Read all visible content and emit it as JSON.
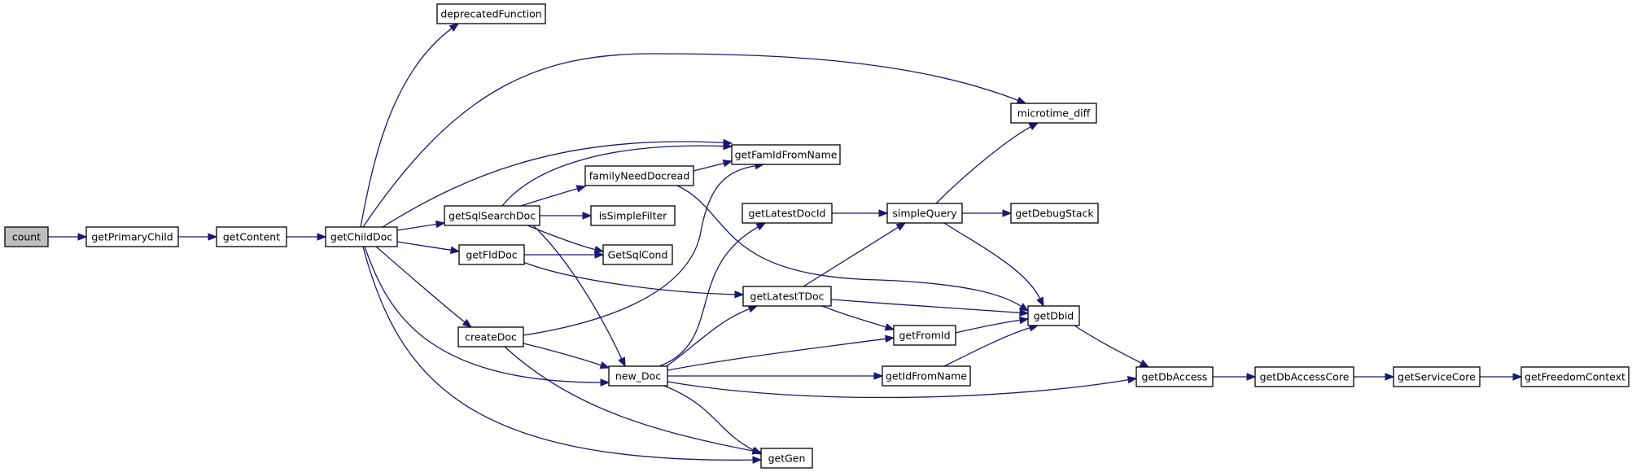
{
  "graph": {
    "nodes": [
      {
        "id": "count",
        "label": "count",
        "root": true
      },
      {
        "id": "getPrimaryChild",
        "label": "getPrimaryChild"
      },
      {
        "id": "getContent",
        "label": "getContent"
      },
      {
        "id": "getChildDoc",
        "label": "getChildDoc"
      },
      {
        "id": "deprecatedFunction",
        "label": "deprecatedFunction"
      },
      {
        "id": "microtime_diff",
        "label": "microtime_diff"
      },
      {
        "id": "getFamIdFromName",
        "label": "getFamIdFromName"
      },
      {
        "id": "familyNeedDocread",
        "label": "familyNeedDocread"
      },
      {
        "id": "getSqlSearchDoc",
        "label": "getSqlSearchDoc"
      },
      {
        "id": "isSimpleFilter",
        "label": "isSimpleFilter"
      },
      {
        "id": "GetSqlCond",
        "label": "GetSqlCond"
      },
      {
        "id": "getFldDoc",
        "label": "getFldDoc"
      },
      {
        "id": "createDoc",
        "label": "createDoc"
      },
      {
        "id": "new_Doc",
        "label": "new_Doc"
      },
      {
        "id": "getGen",
        "label": "getGen"
      },
      {
        "id": "getLatestDocId",
        "label": "getLatestDocId"
      },
      {
        "id": "getLatestTDoc",
        "label": "getLatestTDoc"
      },
      {
        "id": "simpleQuery",
        "label": "simpleQuery"
      },
      {
        "id": "getDebugStack",
        "label": "getDebugStack"
      },
      {
        "id": "getDbid",
        "label": "getDbid"
      },
      {
        "id": "getFromId",
        "label": "getFromId"
      },
      {
        "id": "getIdFromName",
        "label": "getIdFromName"
      },
      {
        "id": "getDbAccess",
        "label": "getDbAccess"
      },
      {
        "id": "getDbAccessCore",
        "label": "getDbAccessCore"
      },
      {
        "id": "getServiceCore",
        "label": "getServiceCore"
      },
      {
        "id": "getFreedomContext",
        "label": "getFreedomContext"
      }
    ],
    "edges": [
      {
        "from": "count",
        "to": "getPrimaryChild"
      },
      {
        "from": "getPrimaryChild",
        "to": "getContent"
      },
      {
        "from": "getContent",
        "to": "getChildDoc"
      },
      {
        "from": "getChildDoc",
        "to": "deprecatedFunction"
      },
      {
        "from": "getChildDoc",
        "to": "microtime_diff"
      },
      {
        "from": "getChildDoc",
        "to": "getFamIdFromName"
      },
      {
        "from": "getChildDoc",
        "to": "getSqlSearchDoc"
      },
      {
        "from": "getChildDoc",
        "to": "getFldDoc"
      },
      {
        "from": "getChildDoc",
        "to": "createDoc"
      },
      {
        "from": "getChildDoc",
        "to": "new_Doc"
      },
      {
        "from": "getChildDoc",
        "to": "getGen"
      },
      {
        "from": "getSqlSearchDoc",
        "to": "getFamIdFromName"
      },
      {
        "from": "getSqlSearchDoc",
        "to": "familyNeedDocread"
      },
      {
        "from": "getSqlSearchDoc",
        "to": "isSimpleFilter"
      },
      {
        "from": "getSqlSearchDoc",
        "to": "GetSqlCond"
      },
      {
        "from": "getSqlSearchDoc",
        "to": "new_Doc"
      },
      {
        "from": "familyNeedDocread",
        "to": "getFamIdFromName"
      },
      {
        "from": "familyNeedDocread",
        "to": "getDbid"
      },
      {
        "from": "getFldDoc",
        "to": "GetSqlCond"
      },
      {
        "from": "getFldDoc",
        "to": "getLatestTDoc"
      },
      {
        "from": "createDoc",
        "to": "getFamIdFromName"
      },
      {
        "from": "createDoc",
        "to": "new_Doc"
      },
      {
        "from": "createDoc",
        "to": "getGen"
      },
      {
        "from": "new_Doc",
        "to": "getLatestDocId"
      },
      {
        "from": "new_Doc",
        "to": "getLatestTDoc"
      },
      {
        "from": "new_Doc",
        "to": "getFromId"
      },
      {
        "from": "new_Doc",
        "to": "getIdFromName"
      },
      {
        "from": "new_Doc",
        "to": "getDbAccess"
      },
      {
        "from": "new_Doc",
        "to": "getGen"
      },
      {
        "from": "getLatestDocId",
        "to": "simpleQuery"
      },
      {
        "from": "getLatestTDoc",
        "to": "simpleQuery"
      },
      {
        "from": "getLatestTDoc",
        "to": "getDbid"
      },
      {
        "from": "getLatestTDoc",
        "to": "getFromId"
      },
      {
        "from": "simpleQuery",
        "to": "microtime_diff"
      },
      {
        "from": "simpleQuery",
        "to": "getDebugStack"
      },
      {
        "from": "simpleQuery",
        "to": "getDbid"
      },
      {
        "from": "getFromId",
        "to": "getDbid"
      },
      {
        "from": "getIdFromName",
        "to": "getDbid"
      },
      {
        "from": "getDbid",
        "to": "getDbAccess"
      },
      {
        "from": "getDbAccess",
        "to": "getDbAccessCore"
      },
      {
        "from": "getDbAccessCore",
        "to": "getServiceCore"
      },
      {
        "from": "getServiceCore",
        "to": "getFreedomContext"
      }
    ]
  },
  "colors": {
    "edge": "#191970",
    "node_fill": "#ffffff",
    "root_fill": "#bfbfbf",
    "node_border": "#000000"
  }
}
